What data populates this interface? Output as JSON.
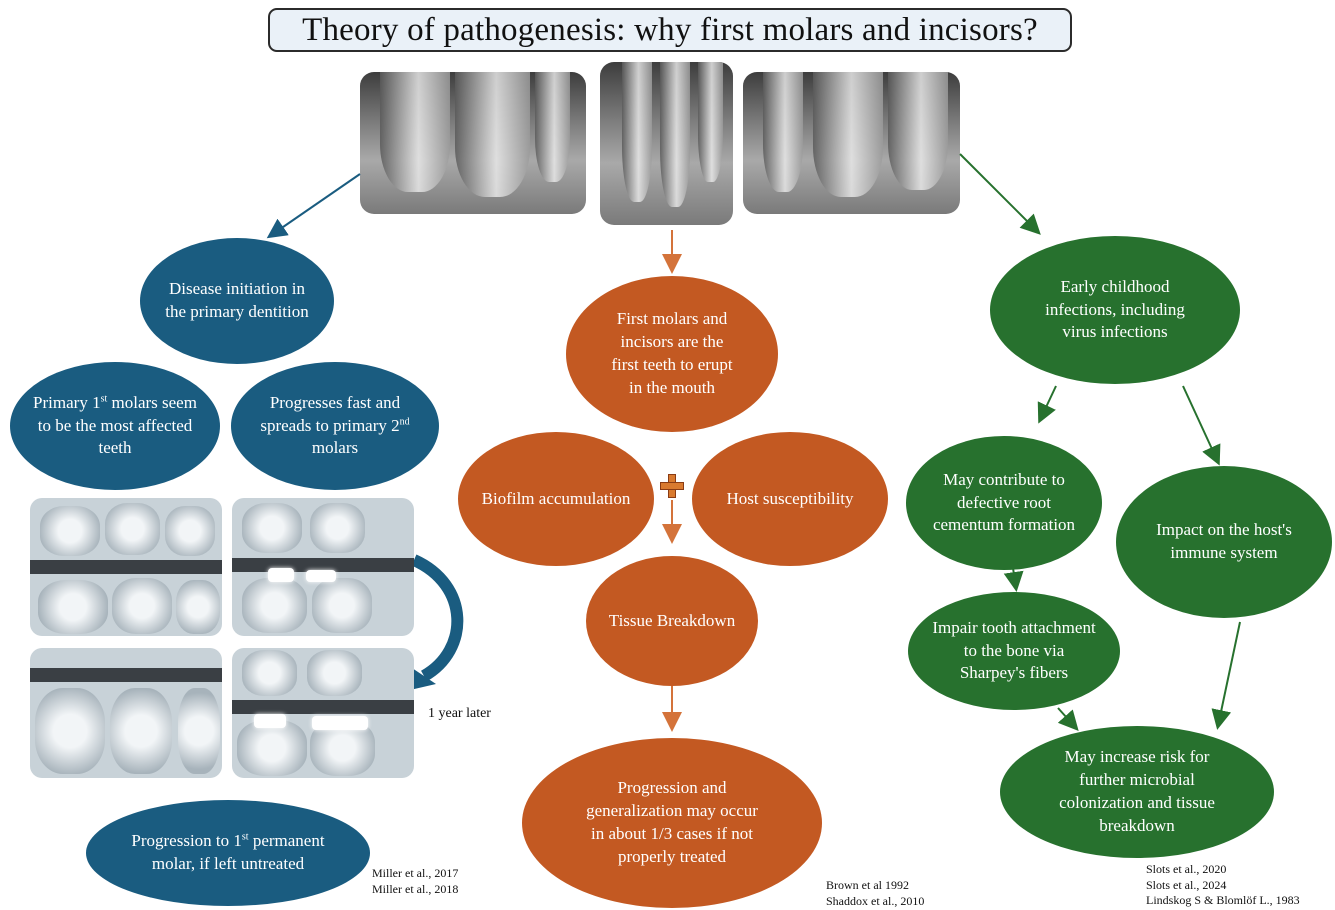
{
  "title": "Theory of pathogenesis: why first molars and incisors?",
  "colors": {
    "blue": "#1a5c80",
    "orange": "#c35922",
    "green": "#27712e",
    "arrow_orange": "#d4733a"
  },
  "left": {
    "disease": "Disease initiation in the primary dentition",
    "primary_1st_pre": "Primary 1",
    "primary_1st_sup": "st",
    "primary_1st_post": " molars seem to be the most affected teeth",
    "progresses_pre": "Progresses fast and spreads to primary 2",
    "progresses_sup": "nd",
    "progresses_post": " molars",
    "year_later": "1 year later",
    "progression_pre": "Progression to 1",
    "progression_sup": "st",
    "progression_post": " permanent molar, if left untreated",
    "refs": [
      "Miller et al., 2017",
      "Miller et al., 2018"
    ]
  },
  "center": {
    "first_molars": "First molars and incisors are the first teeth to erupt in the mouth",
    "biofilm": "Biofilm accumulation",
    "host": "Host susceptibility",
    "tissue": "Tissue Breakdown",
    "generalization": "Progression and generalization may occur in about 1/3 cases if not properly treated",
    "refs": [
      "Brown et al 1992",
      "Shaddox et al., 2010"
    ]
  },
  "right": {
    "early": "Early childhood infections, including virus infections",
    "contribute": "May contribute to defective root cementum formation",
    "impact": "Impact on the host's immune system",
    "impair": "Impair tooth attachment to the bone via Sharpey's fibers",
    "risk": "May increase risk for further microbial colonization and tissue breakdown",
    "refs": [
      "Slots et al., 2020",
      "Slots et al., 2024",
      "Lindskog S & Blomlöf L., 1983"
    ]
  }
}
